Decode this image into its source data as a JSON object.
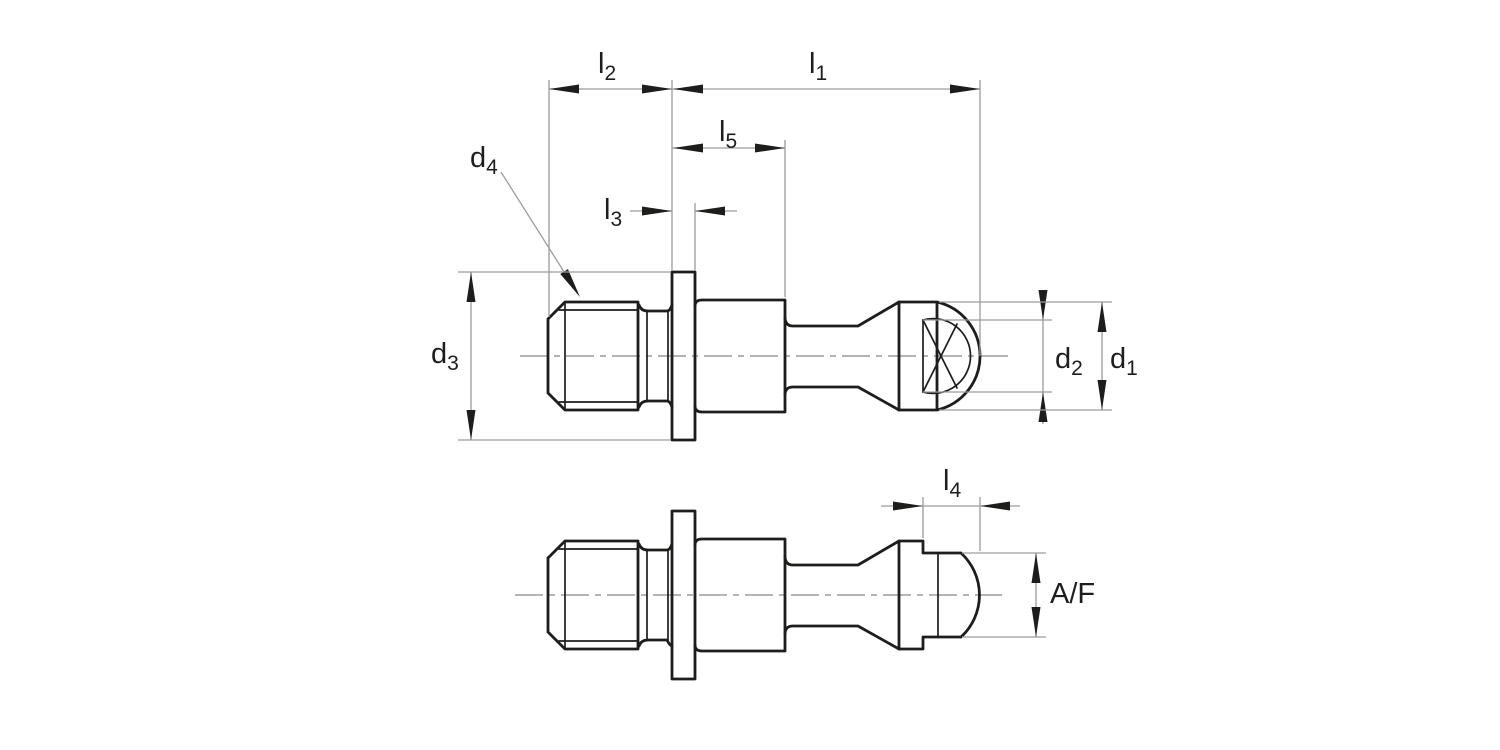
{
  "colors": {
    "line": "#1d1d1b",
    "dim": "#9c9c9b",
    "bg": "#ffffff"
  },
  "labels": {
    "l1": {
      "base": "l",
      "sub": "1"
    },
    "l2": {
      "base": "l",
      "sub": "2"
    },
    "l3": {
      "base": "l",
      "sub": "3"
    },
    "l4": {
      "base": "l",
      "sub": "4"
    },
    "l5": {
      "base": "l",
      "sub": "5"
    },
    "d1": {
      "base": "d",
      "sub": "1"
    },
    "d2": {
      "base": "d",
      "sub": "2"
    },
    "d3": {
      "base": "d",
      "sub": "3"
    },
    "d4": {
      "base": "d",
      "sub": "4"
    },
    "af": {
      "base": "A/F",
      "sub": ""
    }
  }
}
